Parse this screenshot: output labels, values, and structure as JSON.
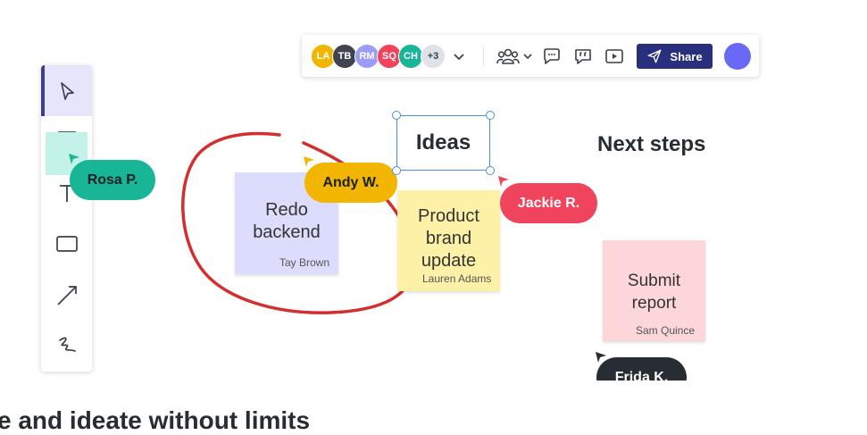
{
  "toolbar": {
    "avatars": [
      {
        "initials": "LA",
        "color": "#f2b600"
      },
      {
        "initials": "TB",
        "color": "#3f4450"
      },
      {
        "initials": "RM",
        "color": "#9e9cfb"
      },
      {
        "initials": "SQ",
        "color": "#f0445c"
      },
      {
        "initials": "CH",
        "color": "#18b596"
      }
    ],
    "more_count": "+3",
    "share_label": "Share",
    "icons": [
      "chevron-down-icon",
      "collaborators-icon",
      "comment-icon",
      "feedback-icon",
      "present-icon",
      "send-icon"
    ]
  },
  "rail": {
    "tools": [
      "pointer-icon",
      "sticky-note-icon",
      "text-icon",
      "rectangle-icon",
      "arrow-icon",
      "freehand-icon"
    ]
  },
  "canvas": {
    "ideas_label": "Ideas",
    "next_steps_label": "Next steps",
    "notes": [
      {
        "lines": [
          "Redo",
          "backend"
        ],
        "author": "Tay Brown",
        "color": "#dcdcfc"
      },
      {
        "lines": [
          "Product",
          "brand",
          "update"
        ],
        "author": "Lauren Adams",
        "color": "#fdf1a8"
      },
      {
        "lines": [
          "Submit",
          "report"
        ],
        "author": "Sam Quince",
        "color": "#fdd6da"
      }
    ],
    "cursors": [
      {
        "name": "Rosa P.",
        "color": "#18b596"
      },
      {
        "name": "Andy W.",
        "color": "#f2b600"
      },
      {
        "name": "Jackie R.",
        "color": "#f0445c"
      },
      {
        "name": "Frida K.",
        "color": "#282c33"
      }
    ]
  },
  "headline": "e and ideate without limits"
}
